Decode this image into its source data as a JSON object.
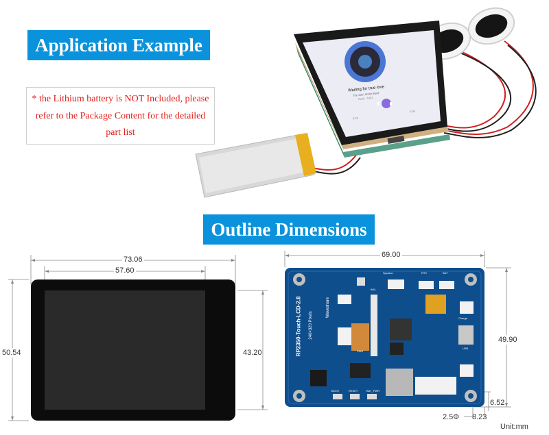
{
  "section1": {
    "title": "Application Example"
  },
  "note": {
    "line1": "* the Lithium battery is NOT Included, please",
    "line2": "refer to the Package Content for the detailed",
    "line3": "part list"
  },
  "device_screen": {
    "song_title": "Waiting for true love",
    "artist": "The John Smith Band",
    "album": "Rock · 1991",
    "time_start": "0:26",
    "time_end": "3:05"
  },
  "section2": {
    "title": "Outline Dimensions"
  },
  "front_view": {
    "width_label": "73.06",
    "screen_width_label": "57.60",
    "height_label": "50.54",
    "screen_height_label": "43.20"
  },
  "board_view": {
    "width_label": "69.00",
    "height_label": "49.90",
    "hole_label": "2.5Φ",
    "offset_x_label": "8.23",
    "offset_y_label": "6.52",
    "unit_label": "Unit:mm",
    "board_name": "RP2350-Touch-LCD-2.8",
    "board_sub": "240×320 Pixels",
    "brand": "Waveshare",
    "labels": [
      "Speaker",
      "RTC",
      "BAT",
      "BOOT",
      "RESET",
      "BAT_PWR",
      "PWR",
      "Charge",
      "USB",
      "IMU"
    ]
  },
  "colors": {
    "banner": "#0a93dc",
    "note_text": "#e0201b",
    "pcb": "#0f4e8c"
  }
}
